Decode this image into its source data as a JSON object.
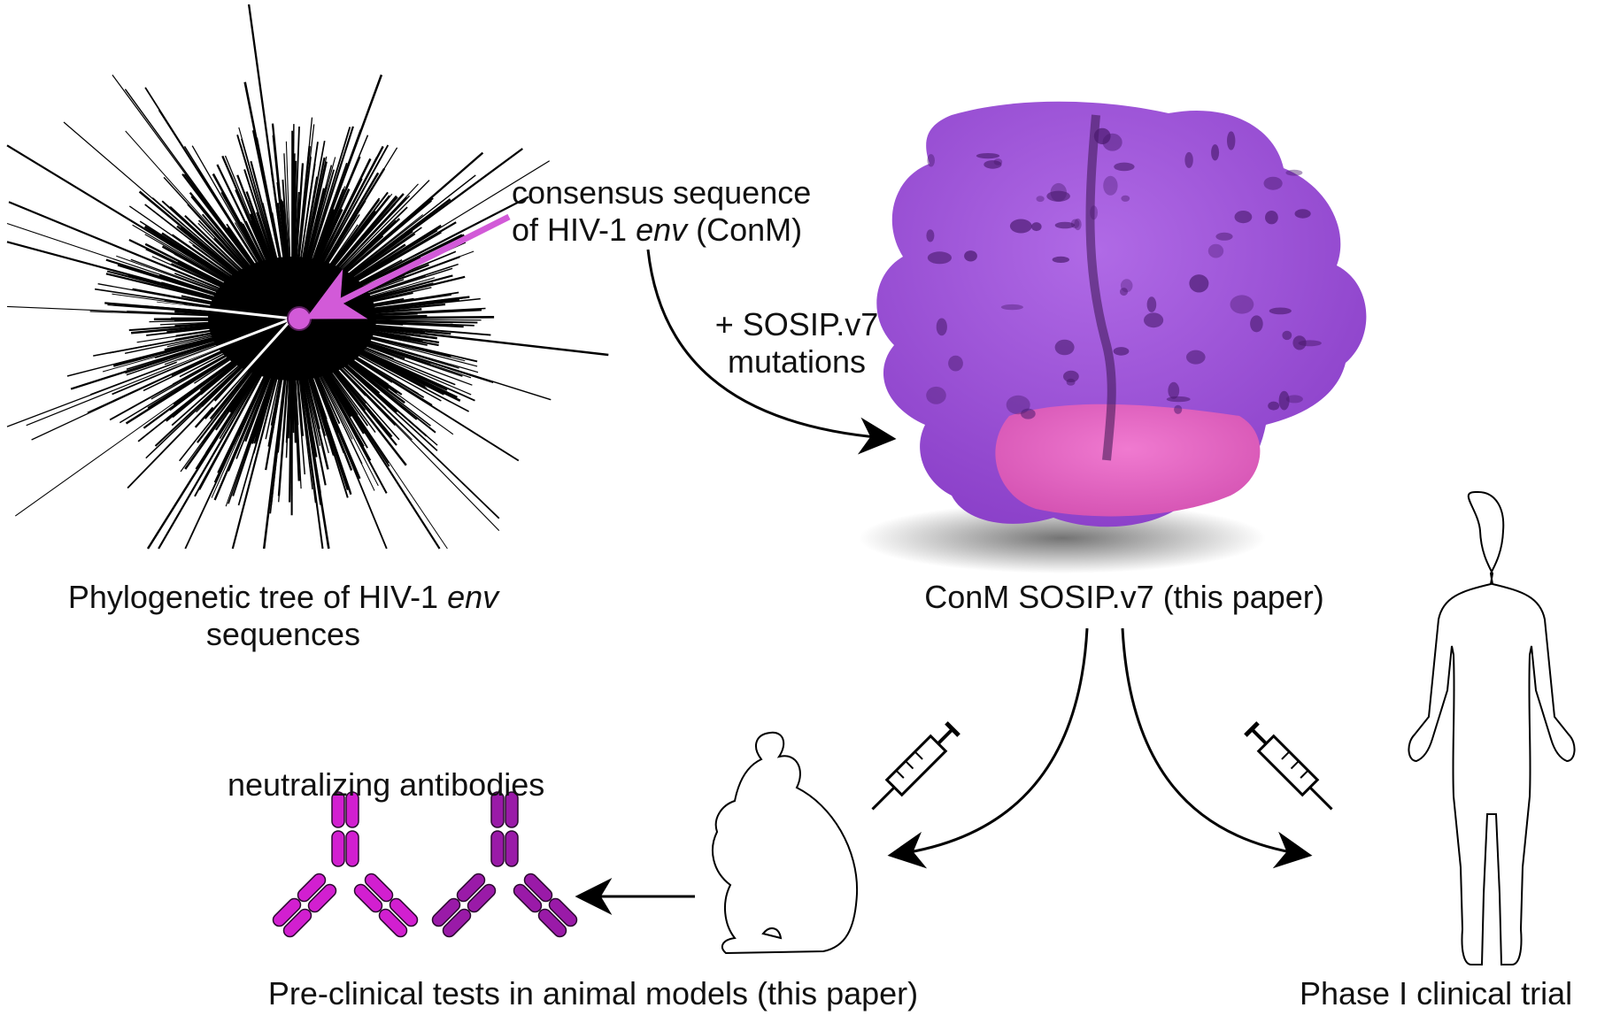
{
  "colors": {
    "accent": "#d25ad8",
    "protein_top": "#9b4fd6",
    "protein_bottom": "#e05fc0",
    "antibody_1": "#d21fd0",
    "antibody_2": "#9a1aa8",
    "ink": "#000000"
  },
  "labels": {
    "tree_title_prefix": "Phylogenetic tree of HIV-1 ",
    "tree_title_italic": "env",
    "tree_title_line2": "sequences",
    "consensus_line1": "consensus sequence",
    "consensus_line2_prefix": "of HIV-1 ",
    "consensus_line2_italic": "env",
    "consensus_line2_suffix": " (ConM)",
    "mutations_line1": "+ SOSIP.v7",
    "mutations_line2": "mutations",
    "protein_caption": "ConM SOSIP.v7 (this paper)",
    "antibodies_title": "neutralizing antibodies",
    "preclinical_caption": "Pre-clinical tests in animal models (this paper)",
    "clinical_caption": "Phase I clinical trial"
  },
  "icons": [
    "phylogenetic-tree",
    "protein-trimer",
    "syringe-icon",
    "rabbit-icon",
    "human-figure-icon",
    "antibody-icon"
  ]
}
